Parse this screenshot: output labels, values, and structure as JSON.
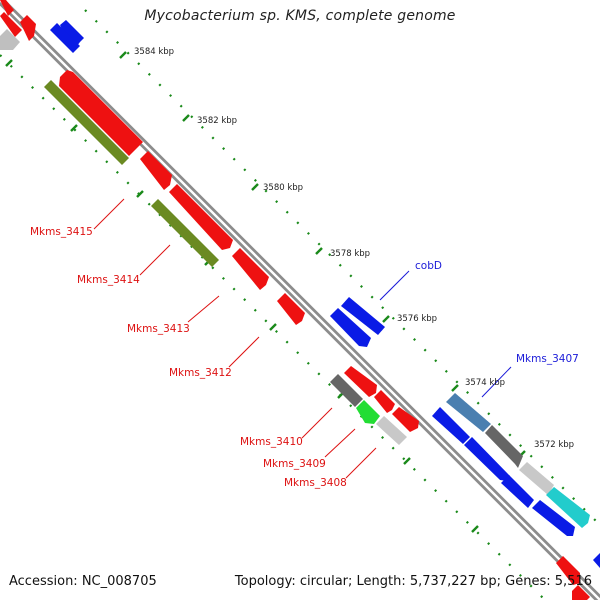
{
  "title": "Mycobacterium sp. KMS, complete genome",
  "footer": {
    "accession": "Accession: NC_008705",
    "summary": "Topology: circular; Length: 5,737,227 bp; Genes: 5,516"
  },
  "colors": {
    "forward_gene": "#ee1111",
    "reverse_gene": "#0a1be6",
    "olive_gene": "#6b8a22",
    "backbone": "#8c8c8c",
    "tick": "#1a8a1a"
  },
  "scale_labels": [
    "3584 kbp",
    "3582 kbp",
    "3580 kbp",
    "3578 kbp",
    "3576 kbp",
    "3574 kbp",
    "3572 kbp"
  ],
  "gene_labels": {
    "Mkms_3415": "Mkms_3415",
    "Mkms_3414": "Mkms_3414",
    "Mkms_3413": "Mkms_3413",
    "Mkms_3412": "Mkms_3412",
    "Mkms_3410": "Mkms_3410",
    "Mkms_3409": "Mkms_3409",
    "Mkms_3408": "Mkms_3408",
    "cobD": "cobD",
    "Mkms_3407": "Mkms_3407"
  }
}
